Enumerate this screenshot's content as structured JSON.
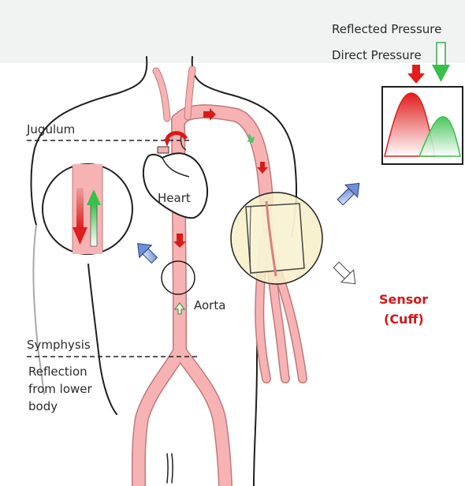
{
  "legend": {
    "reflected_label": "Reflected Pressure",
    "direct_label": "Direct Pressure"
  },
  "labels": {
    "jugulum": "Jugulum",
    "heart": "Heart",
    "aorta": "Aorta",
    "symphysis": "Symphysis",
    "reflection_line1": "Reflection",
    "reflection_line2": "from lower",
    "reflection_line3": "body",
    "sensor_line1": "Sensor",
    "sensor_line2": "(Cuff)"
  },
  "colors": {
    "vessel": "#f7b3b3",
    "vessel_outline": "#b86a6a",
    "reflected_red": "#e21b1b",
    "direct_green": "#35b843",
    "sensor_text": "#d21818",
    "cuff_fill": "#f6efc8",
    "blue_arrow": "#6f8fd8",
    "banner": "#f1f2f2"
  },
  "icons": {
    "reflected_arrow": "down-arrow-red-icon",
    "direct_arrow": "down-arrow-green-icon",
    "signal_arrow": "diagonal-arrow-blue-icon"
  }
}
